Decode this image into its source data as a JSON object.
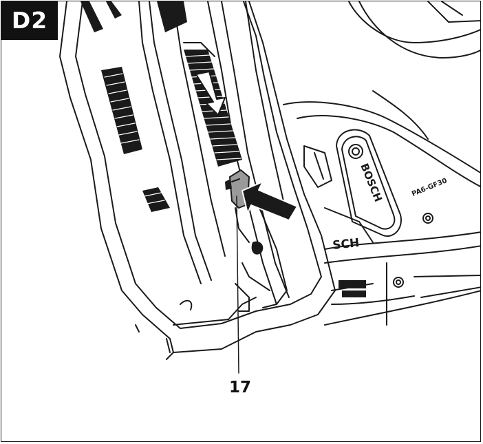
{
  "figure": {
    "label": "D2",
    "callout_number": "17"
  },
  "markings": {
    "brand": "BOSCH",
    "brand_partial": "SCH",
    "model": "PA6-GF30"
  },
  "colors": {
    "ink": "#1a1a1a",
    "label_background": "#111111",
    "background": "#ffffff"
  },
  "icons": [
    "push-arrow-icon",
    "slide-down-arrow-icon",
    "leader-line"
  ]
}
